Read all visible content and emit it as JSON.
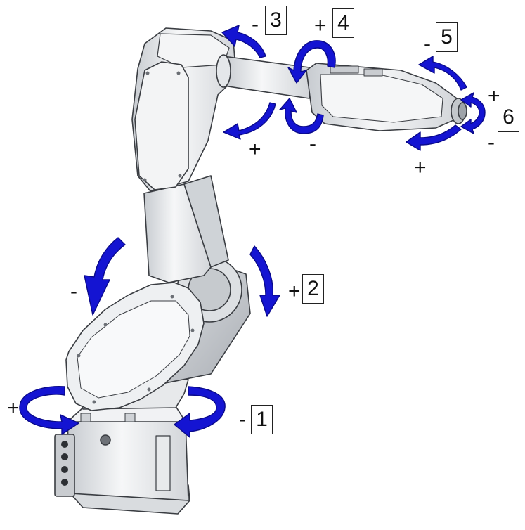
{
  "axes": [
    {
      "number": "1",
      "sign_a": "+",
      "sign_b": "-"
    },
    {
      "number": "2",
      "sign_a": "-",
      "sign_b": "+"
    },
    {
      "number": "3",
      "sign_a": "-",
      "sign_b": "+"
    },
    {
      "number": "4",
      "sign_a": "+",
      "sign_b": "-"
    },
    {
      "number": "5",
      "sign_a": "-",
      "sign_b": "+"
    },
    {
      "number": "6",
      "sign_a": "+",
      "sign_b": "-"
    }
  ],
  "colors": {
    "arrow": "#1414d2",
    "arrow_edge": "#0a0a8a",
    "body": "#eef0f2",
    "shade": "#b9bdc2",
    "outline": "#3a3d42"
  }
}
